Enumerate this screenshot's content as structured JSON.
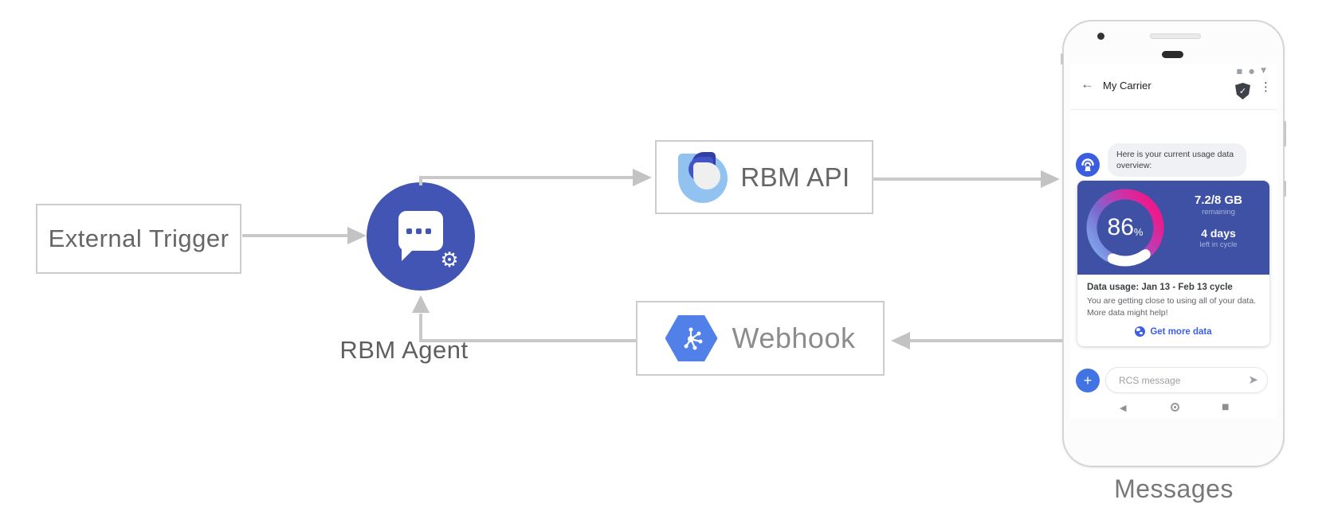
{
  "diagram": {
    "nodes": {
      "external_trigger": {
        "label": "External Trigger"
      },
      "rbm_agent": {
        "label": "RBM Agent"
      },
      "rbm_api": {
        "label": "RBM API"
      },
      "webhook": {
        "label": "Webhook"
      },
      "messages_caption": {
        "label": "Messages"
      }
    },
    "colors": {
      "arrow_gray": "#c9c9c9",
      "agent_circle_blue": "#4355b4",
      "hexagon_blue": "#5181e8",
      "rbm_logo_light_blue": "#92c3f0",
      "rbm_logo_dark_blue": "#3040a8"
    }
  },
  "phone": {
    "statusbar": [
      "■",
      "●",
      "▼"
    ],
    "header": {
      "back_icon": "←",
      "title": "My Carrier",
      "verified_check": "✓",
      "menu_icon": "⋮"
    },
    "chat": {
      "bubble_text": "Here is your current usage data overview:"
    },
    "usage_card": {
      "percent": "86",
      "percent_symbol": "%",
      "amount": "7.2/8 GB",
      "amount_caption": "remaining",
      "days": "4 days",
      "days_caption": "left in cycle",
      "title": "Data usage: Jan 13 - Feb 13 cycle",
      "body": "You are getting close to using all of your data. More data might help!",
      "cta_label": "Get more data",
      "card_blue": "#3e51a5",
      "gauge_gradient": [
        "#7fb0ef",
        "#7a68ce",
        "#ec1a8d"
      ],
      "link_blue": "#3d5fe0"
    },
    "composer": {
      "plus_icon": "+",
      "placeholder": "RCS message",
      "send_icon": "➤"
    },
    "nav": {
      "back_icon": "◀",
      "home_icon": "circle",
      "recents_icon": "■"
    }
  }
}
